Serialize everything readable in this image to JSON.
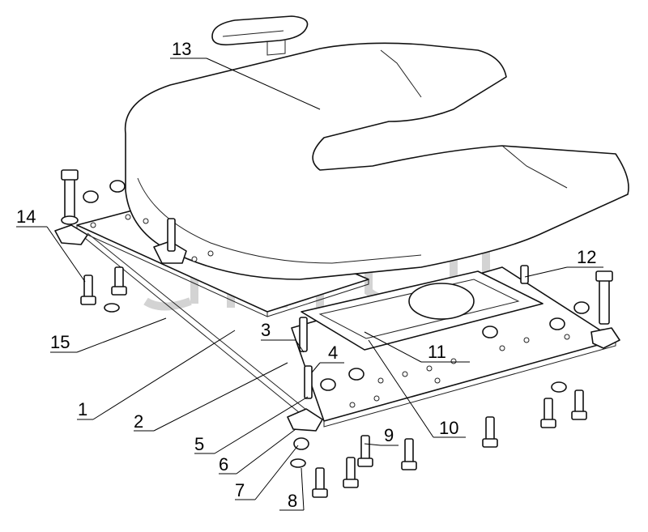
{
  "watermark": {
    "trademark": "TM"
  },
  "callouts": [
    {
      "id": "1",
      "label": "1"
    },
    {
      "id": "2",
      "label": "2"
    },
    {
      "id": "3",
      "label": "3"
    },
    {
      "id": "4",
      "label": "4"
    },
    {
      "id": "5",
      "label": "5"
    },
    {
      "id": "6",
      "label": "6"
    },
    {
      "id": "7",
      "label": "7"
    },
    {
      "id": "8",
      "label": "8"
    },
    {
      "id": "9",
      "label": "9"
    },
    {
      "id": "10",
      "label": "10"
    },
    {
      "id": "11",
      "label": "11"
    },
    {
      "id": "12",
      "label": "12"
    },
    {
      "id": "13",
      "label": "13"
    },
    {
      "id": "14",
      "label": "14"
    },
    {
      "id": "15",
      "label": "15"
    }
  ]
}
